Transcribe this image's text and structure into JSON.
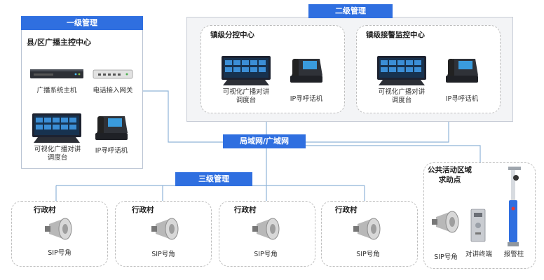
{
  "tier1": {
    "title": "一级管理",
    "heading": "县/区广播主控中心",
    "devices": [
      "广播系统主机",
      "电话接入网关",
      "可视化广播对讲\n调度台",
      "IP寻呼话机"
    ]
  },
  "tier2": {
    "title": "二级管理",
    "centers": [
      {
        "heading": "镇级分控中心",
        "console": "可视化广播对讲\n调度台",
        "phone": "IP寻呼话机"
      },
      {
        "heading": "镇级接警监控中心",
        "console": "可视化广播对讲\n调度台",
        "phone": "IP寻呼话机"
      }
    ]
  },
  "network": {
    "label": "局域网/广域网"
  },
  "tier3": {
    "title": "三级管理",
    "villages": [
      {
        "heading": "行政村",
        "device": "SIP号角"
      },
      {
        "heading": "行政村",
        "device": "SIP号角"
      },
      {
        "heading": "行政村",
        "device": "SIP号角"
      },
      {
        "heading": "行政村",
        "device": "SIP号角"
      }
    ]
  },
  "public_area": {
    "heading": "公共活动区域\n求助点",
    "devices": [
      "SIP号角",
      "对讲终端",
      "报警柱"
    ]
  },
  "colors": {
    "accent": "#2f6fe0",
    "wire": "#8fb4d8"
  }
}
